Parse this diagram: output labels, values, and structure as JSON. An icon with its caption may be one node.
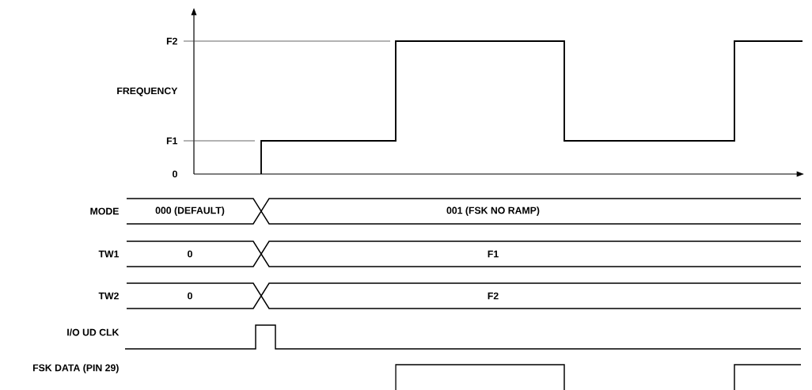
{
  "diagram": {
    "labels": [
      "F2",
      "FREQUENCY",
      "F1",
      "0",
      "MODE",
      "000 (DEFAULT)",
      "001 (FSK NO RAMP)",
      "TW1",
      "0",
      "F1",
      "TW2",
      "0",
      "F2",
      "I/O UD CLK",
      "FSK DATA (PIN 29)"
    ]
  }
}
